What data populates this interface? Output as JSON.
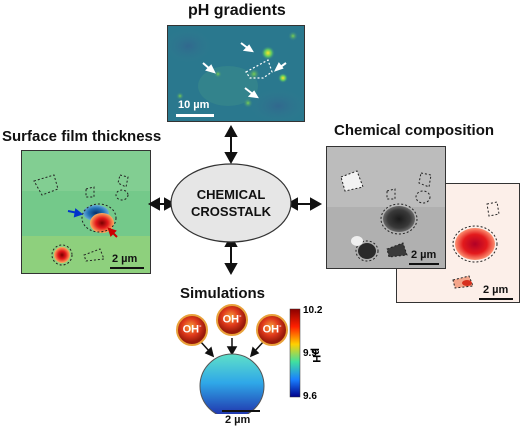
{
  "titles": {
    "ph_gradients": "pH gradients",
    "surface_film": "Surface film thickness",
    "chemical_composition": "Chemical composition",
    "simulations": "Simulations"
  },
  "center": {
    "line1": "CHEMICAL",
    "line2": "CROSSTALK"
  },
  "scalebars": {
    "ph_panel": "10 µm",
    "film_panel": "2 µm",
    "composition_back": "2 µm",
    "composition_front": "2 µm",
    "simulation": "2 µm"
  },
  "simulation": {
    "ion": "OH",
    "ion_charge": "-",
    "colorbar_label": "pH",
    "colorbar_ticks": [
      "10.2",
      "9.9",
      "9.6"
    ]
  },
  "colors": {
    "viridis_bg": "#2f7b8c",
    "jet_bg": "#6fd17a",
    "gray_bg": "#b8b8b8",
    "reds_bg": "#fbece6",
    "ellipse_fill": "#e6e6e6",
    "ion_red": "#d8341c"
  }
}
